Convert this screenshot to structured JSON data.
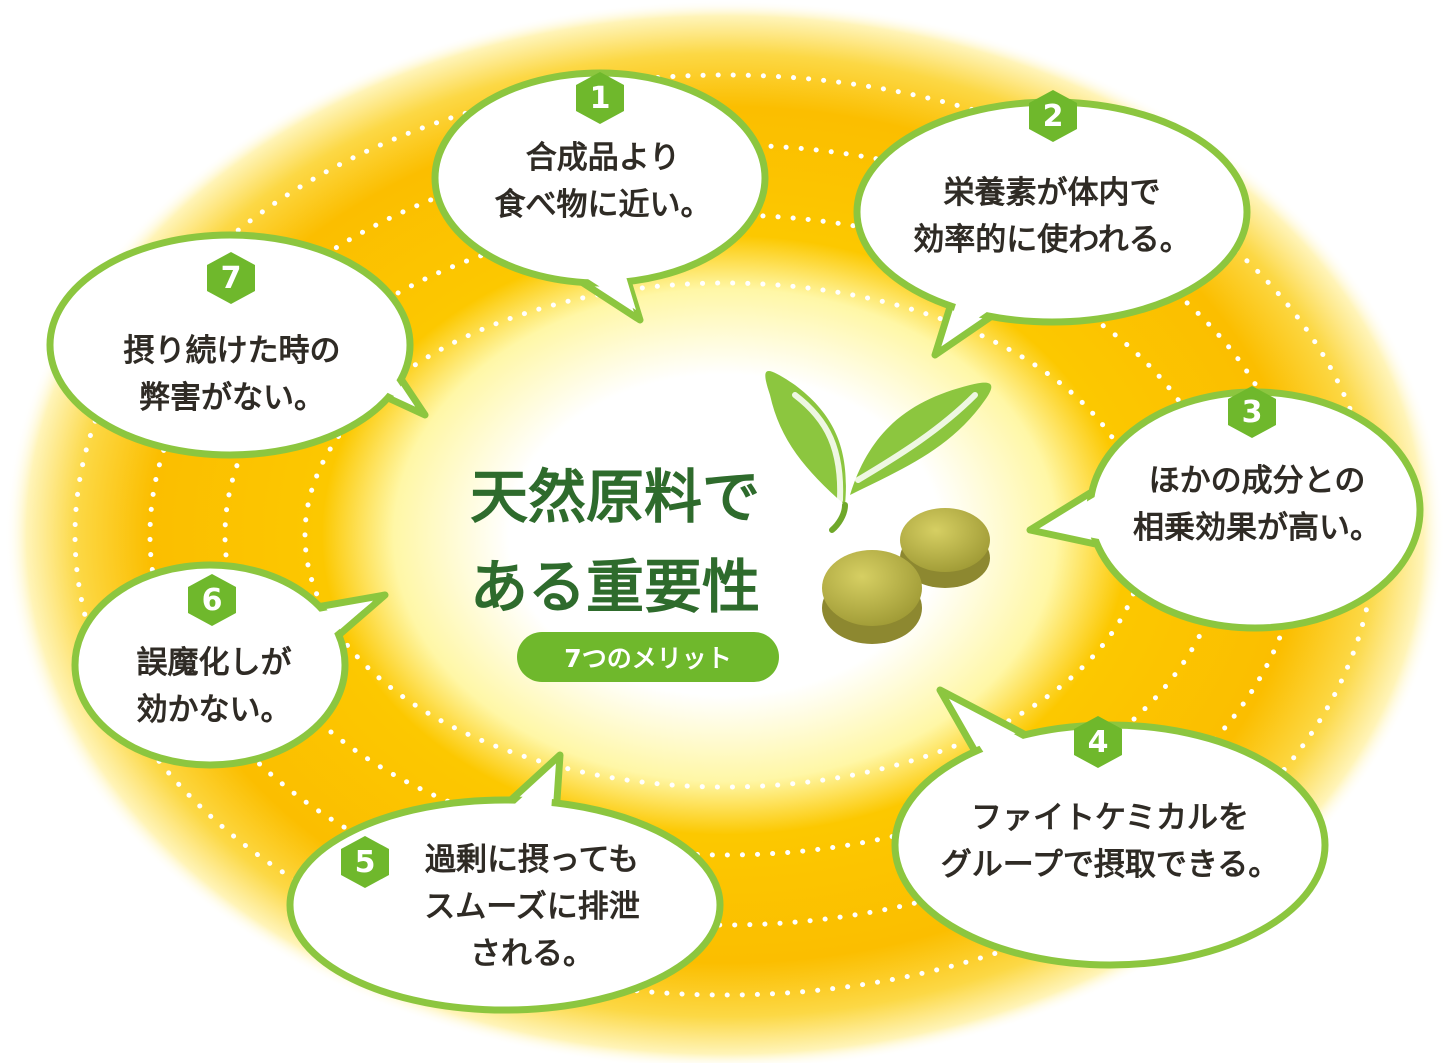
{
  "title": {
    "line1": "天然原料で",
    "line2": "ある重要性"
  },
  "subtitle": "7つのメリット",
  "merits": [
    {
      "number": "1",
      "lines": [
        "合成品より",
        "食べ物に近い。"
      ]
    },
    {
      "number": "2",
      "lines": [
        "栄養素が体内で",
        "効率的に使われる。"
      ]
    },
    {
      "number": "3",
      "lines": [
        "ほかの成分との",
        "相乗効果が高い。"
      ]
    },
    {
      "number": "4",
      "lines": [
        "ファイトケミカルを",
        "グループで摂取できる。"
      ]
    },
    {
      "number": "5",
      "lines": [
        "過剰に摂っても",
        "スムーズに排泄",
        "される。"
      ]
    },
    {
      "number": "6",
      "lines": [
        "誤魔化しが",
        "効かない。"
      ]
    },
    {
      "number": "7",
      "lines": [
        "摂り続けた時の",
        "弊害がない。"
      ]
    }
  ],
  "icons": {
    "leaf": "sprout-leaf-icon",
    "tablets": "green-tablets-icon"
  },
  "colors": {
    "accent_green": "#8cc63f",
    "badge_green": "#6fb82c",
    "title_green": "#2e6b2c",
    "ring_orange": "#fbbe00",
    "glow_yellow": "#fff6a8",
    "text_dark": "#2f2b25"
  }
}
